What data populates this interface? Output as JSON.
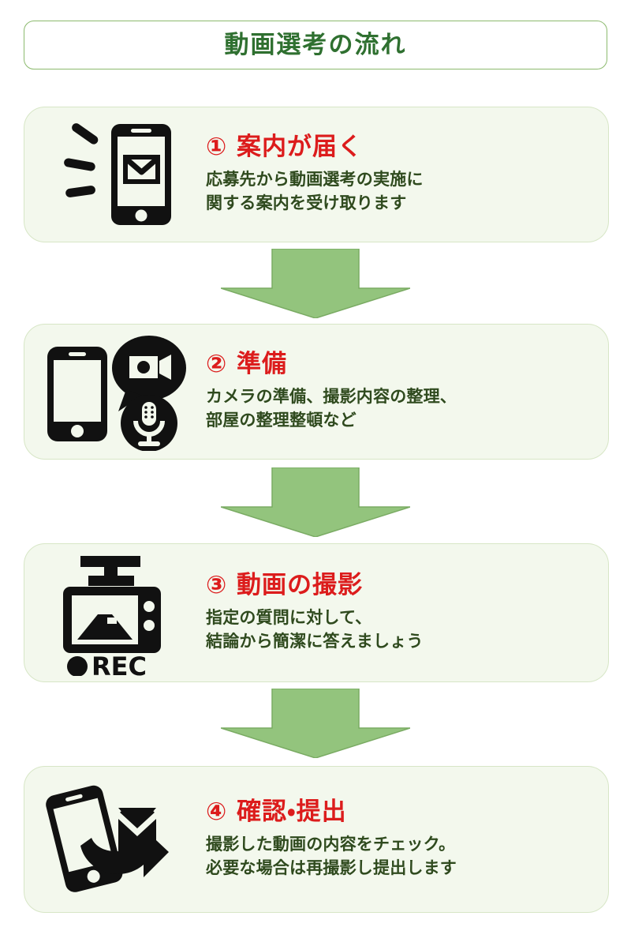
{
  "page": {
    "title": "動画選考の流れ",
    "colors": {
      "title_text": "#2f7030",
      "title_border": "#8cba6e",
      "card_fill": "#f3f8ed",
      "card_border": "#d7e6c6",
      "heading_red": "#dc1c1c",
      "body_green": "#2f4a1e",
      "arrow_fill": "#93c47d",
      "arrow_stroke": "#7aab63",
      "icon_black": "#111111"
    }
  },
  "steps": [
    {
      "number": "①",
      "heading": "① 案内が届く",
      "desc_line1": "応募先から動画選考の実施に",
      "desc_line2": "関する案内を受け取ります",
      "icon_name": "phone-mail-notification-icon"
    },
    {
      "number": "②",
      "heading": "② 準備",
      "desc_line1": "カメラの準備、撮影内容の整理、",
      "desc_line2": "部屋の整理整頓など",
      "icon_name": "phone-videocam-microphone-icon"
    },
    {
      "number": "③",
      "heading": "③ 動画の撮影",
      "desc_line1": "指定の質問に対して、",
      "desc_line2": "結論から簡潔に答えましょう",
      "icon_name": "dashcam-recorder-icon",
      "icon_caption": "REC"
    },
    {
      "number": "④",
      "heading": "④ 確認・提出",
      "desc_line1": "撮影した動画の内容をチェック。",
      "desc_line2": "必要な場合は再撮影し提出します",
      "icon_name": "phone-arrow-envelope-icon"
    }
  ],
  "arrows": [
    {
      "name": "flow-arrow-1-to-2"
    },
    {
      "name": "flow-arrow-2-to-3"
    },
    {
      "name": "flow-arrow-3-to-4"
    }
  ]
}
